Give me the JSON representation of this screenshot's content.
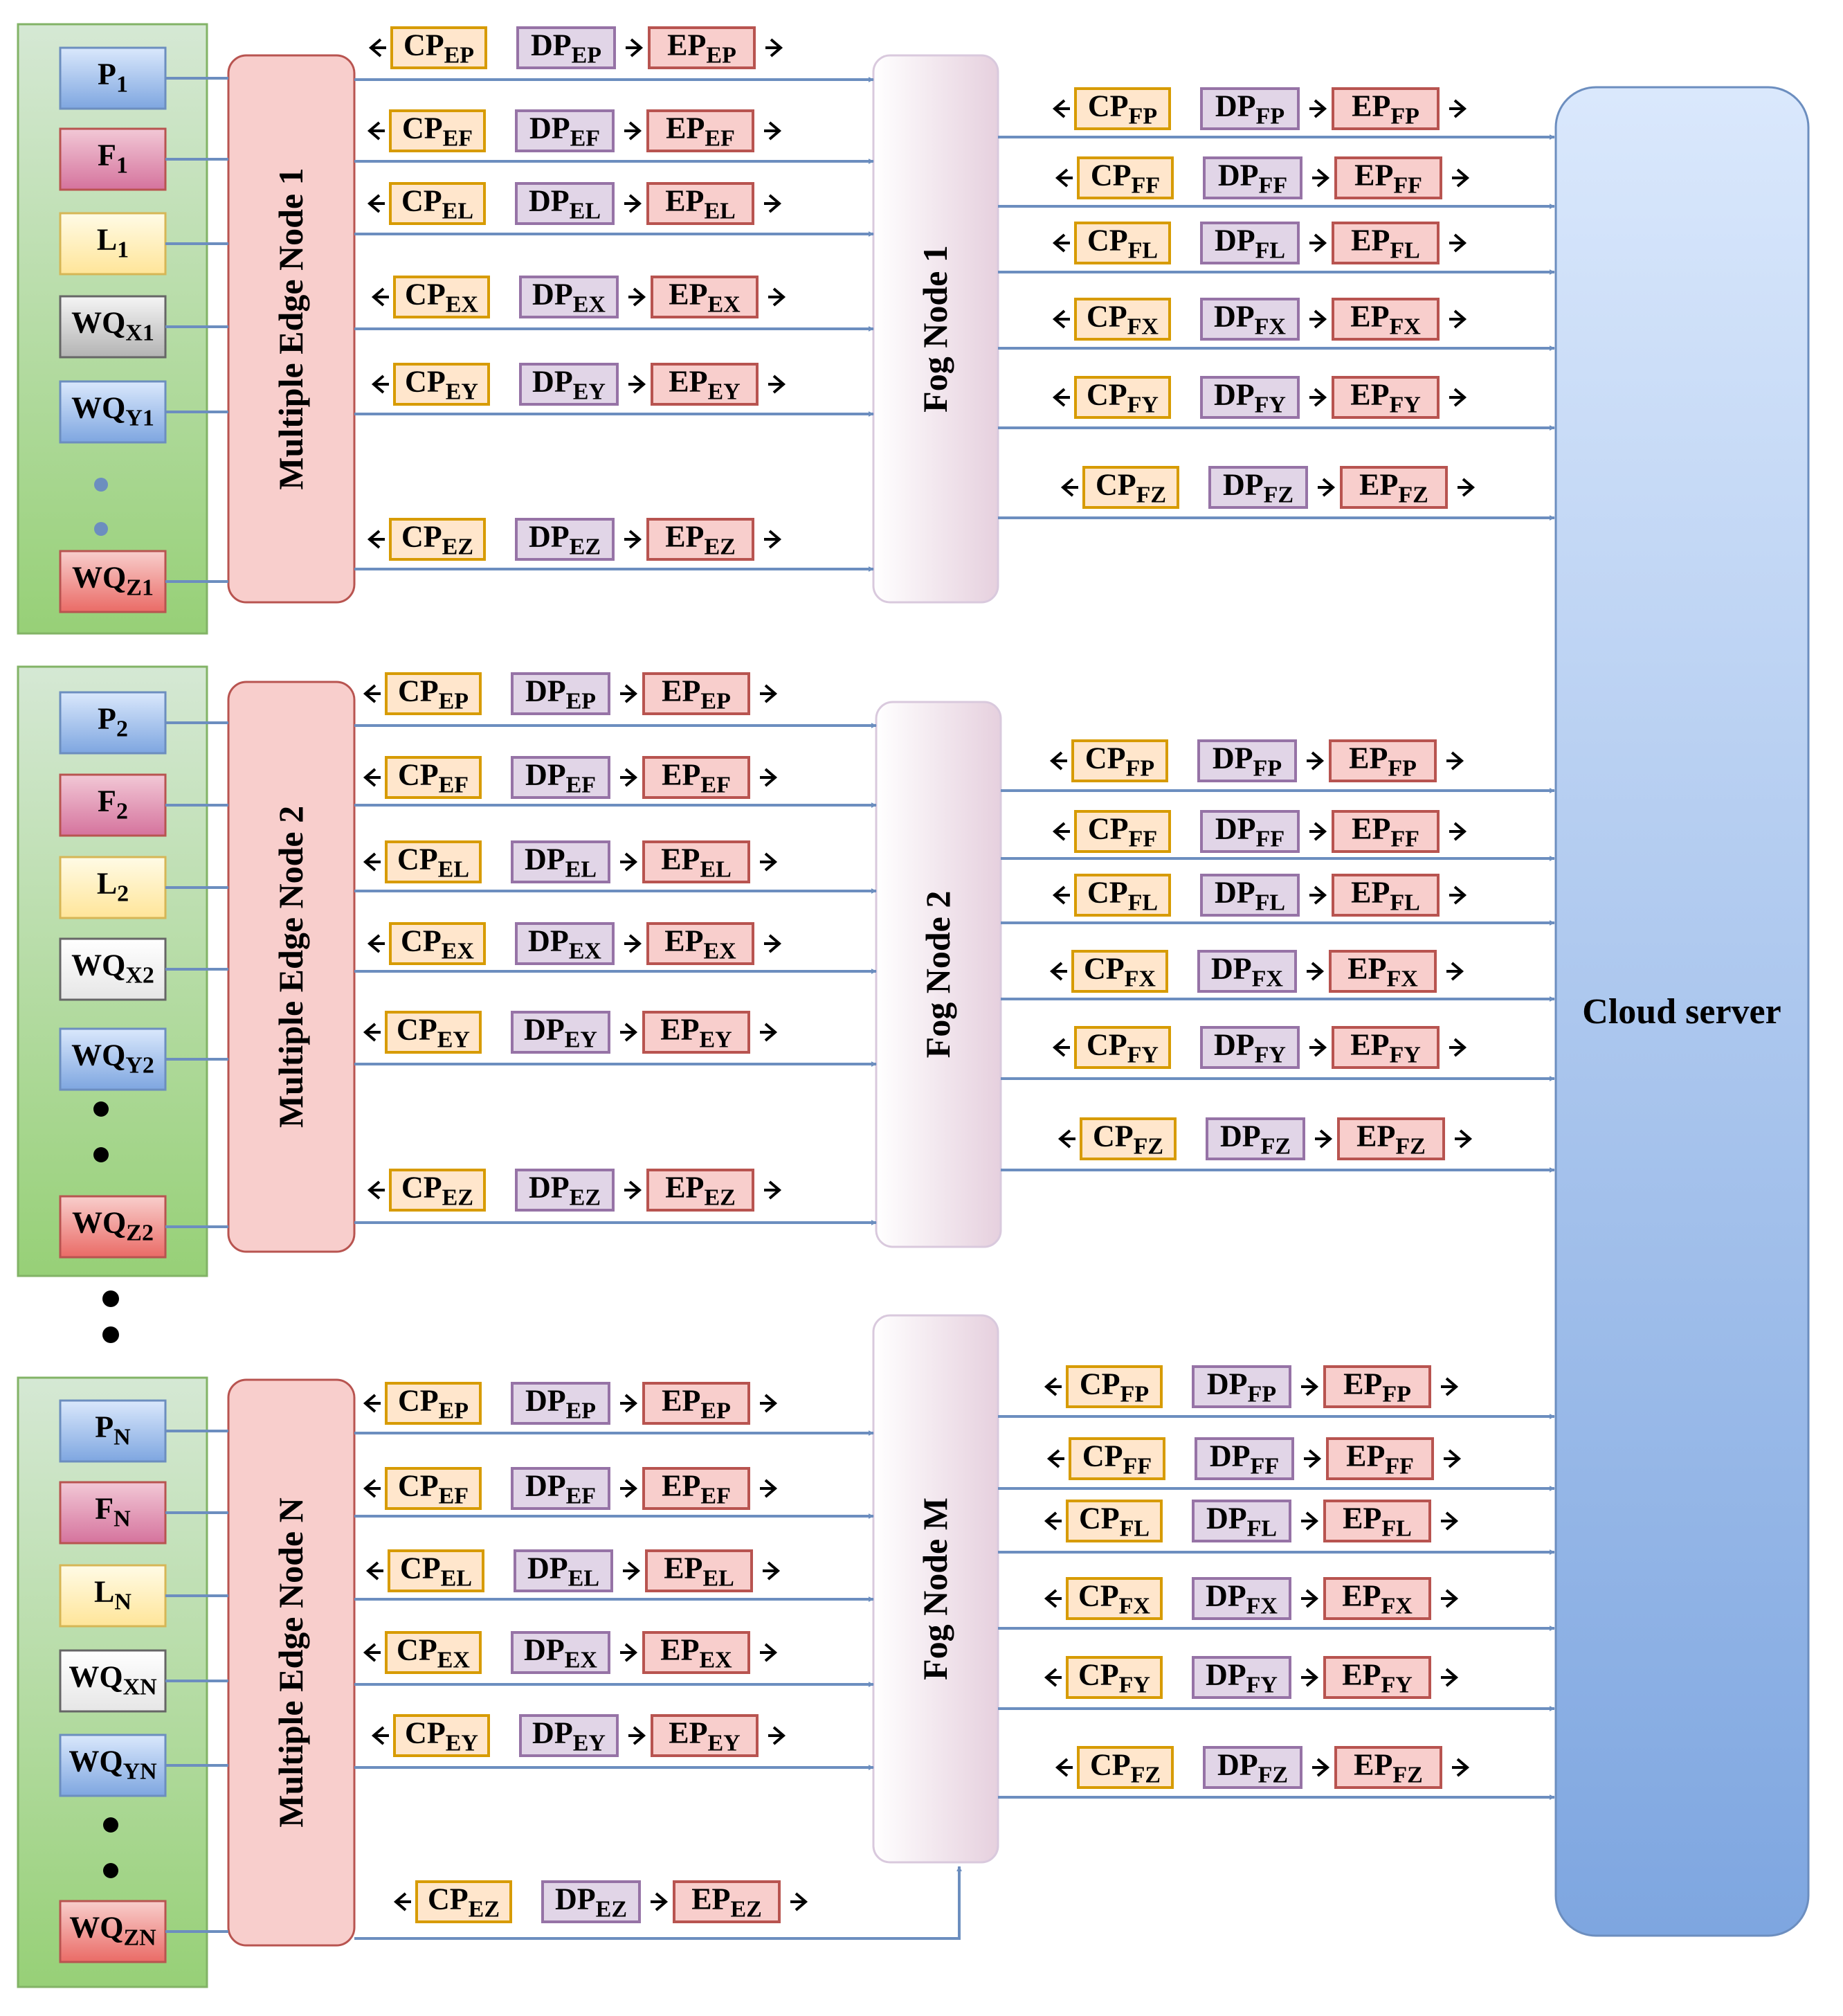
{
  "colors": {
    "group_bg": "#cfe8c1",
    "group_border": "#82b366",
    "edge_fill": "#f8cecc",
    "edge_border": "#b85450",
    "fog_fill": "#f3eef5",
    "fog_border": "#d9c9dd",
    "cloud_fill": "#b7d0ef",
    "cloud_border": "#6c8ebf",
    "arrow": "#6c8ebf",
    "cp_fill": "#ffe6cc",
    "cp_border": "#d79b00",
    "dp_fill": "#e1d5e7",
    "dp_border": "#9673a6",
    "ep_fill": "#f8cecc",
    "ep_border": "#b85450",
    "blue_fill": "#dae8fc",
    "blue_border": "#6c8ebf",
    "pink_fill": "#e6a0b8",
    "pink_border": "#b85450",
    "yellow_fill": "#fff2cc",
    "yellow_border": "#d6b656",
    "gray_fill": "#dcdcdc",
    "gray_border": "#666666",
    "white_fill": "#f5f5f5",
    "white_border": "#666666",
    "red_fill": "#f08080",
    "red_border": "#b85450"
  },
  "cloud": {
    "label": "Cloud server"
  },
  "groups": [
    {
      "edge_label": "Multiple Edge Node 1",
      "fog_label": "Fog Node 1",
      "devices": [
        {
          "base": "P",
          "sub": "1",
          "style": "blue"
        },
        {
          "base": "F",
          "sub": "1",
          "style": "pink"
        },
        {
          "base": "L",
          "sub": "1",
          "style": "yellow"
        },
        {
          "base": "WQ",
          "sub": "X1",
          "style": "gray"
        },
        {
          "base": "WQ",
          "sub": "Y1",
          "style": "blue"
        },
        {
          "base": "WQ",
          "sub": "Z1",
          "style": "red"
        }
      ],
      "edge_links": [
        {
          "cp": "EP",
          "dp": "EP",
          "ep": "EP"
        },
        {
          "cp": "EF",
          "dp": "EF",
          "ep": "EF"
        },
        {
          "cp": "EL",
          "dp": "EL",
          "ep": "EL"
        },
        {
          "cp": "EX",
          "dp": "EX",
          "ep": "EX"
        },
        {
          "cp": "EY",
          "dp": "EY",
          "ep": "EY"
        },
        {
          "cp": "EZ",
          "dp": "EZ",
          "ep": "EZ"
        }
      ],
      "fog_links": [
        {
          "cp": "FP",
          "dp": "FP",
          "ep": "FP"
        },
        {
          "cp": "FF",
          "dp": "FF",
          "ep": "FF"
        },
        {
          "cp": "FL",
          "dp": "FL",
          "ep": "FL"
        },
        {
          "cp": "FX",
          "dp": "FX",
          "ep": "FX"
        },
        {
          "cp": "FY",
          "dp": "FY",
          "ep": "FY"
        },
        {
          "cp": "FZ",
          "dp": "FZ",
          "ep": "FZ"
        }
      ]
    },
    {
      "edge_label": "Multiple Edge Node 2",
      "fog_label": "Fog Node 2",
      "devices": [
        {
          "base": "P",
          "sub": "2",
          "style": "blue"
        },
        {
          "base": "F",
          "sub": "2",
          "style": "pink"
        },
        {
          "base": "L",
          "sub": "2",
          "style": "yellow"
        },
        {
          "base": "WQ",
          "sub": "X2",
          "style": "white"
        },
        {
          "base": "WQ",
          "sub": "Y2",
          "style": "blue"
        },
        {
          "base": "WQ",
          "sub": "Z2",
          "style": "red"
        }
      ],
      "edge_links": [
        {
          "cp": "EP",
          "dp": "EP",
          "ep": "EP"
        },
        {
          "cp": "EF",
          "dp": "EF",
          "ep": "EF"
        },
        {
          "cp": "EL",
          "dp": "EL",
          "ep": "EL"
        },
        {
          "cp": "EX",
          "dp": "EX",
          "ep": "EX"
        },
        {
          "cp": "EY",
          "dp": "EY",
          "ep": "EY"
        },
        {
          "cp": "EZ",
          "dp": "EZ",
          "ep": "EZ"
        }
      ],
      "fog_links": [
        {
          "cp": "FP",
          "dp": "FP",
          "ep": "FP"
        },
        {
          "cp": "FF",
          "dp": "FF",
          "ep": "FF"
        },
        {
          "cp": "FL",
          "dp": "FL",
          "ep": "FL"
        },
        {
          "cp": "FX",
          "dp": "FX",
          "ep": "FX"
        },
        {
          "cp": "FY",
          "dp": "FY",
          "ep": "FY"
        },
        {
          "cp": "FZ",
          "dp": "FZ",
          "ep": "FZ"
        }
      ]
    },
    {
      "edge_label": "Multiple Edge Node N",
      "fog_label": "Fog Node M",
      "devices": [
        {
          "base": "P",
          "sub": "N",
          "style": "blue"
        },
        {
          "base": "F",
          "sub": "N",
          "style": "pink"
        },
        {
          "base": "L",
          "sub": "N",
          "style": "yellow"
        },
        {
          "base": "WQ",
          "sub": "XN",
          "style": "white"
        },
        {
          "base": "WQ",
          "sub": "YN",
          "style": "blue"
        },
        {
          "base": "WQ",
          "sub": "ZN",
          "style": "red"
        }
      ],
      "edge_links": [
        {
          "cp": "EP",
          "dp": "EP",
          "ep": "EP"
        },
        {
          "cp": "EF",
          "dp": "EF",
          "ep": "EF"
        },
        {
          "cp": "EL",
          "dp": "EL",
          "ep": "EL"
        },
        {
          "cp": "EX",
          "dp": "EX",
          "ep": "EX"
        },
        {
          "cp": "EY",
          "dp": "EY",
          "ep": "EY"
        },
        {
          "cp": "EZ",
          "dp": "EZ",
          "ep": "EZ"
        }
      ],
      "fog_links": [
        {
          "cp": "FP",
          "dp": "FP",
          "ep": "FP"
        },
        {
          "cp": "FF",
          "dp": "FF",
          "ep": "FF"
        },
        {
          "cp": "FL",
          "dp": "FL",
          "ep": "FL"
        },
        {
          "cp": "FX",
          "dp": "FX",
          "ep": "FX"
        },
        {
          "cp": "FY",
          "dp": "FY",
          "ep": "FY"
        },
        {
          "cp": "FZ",
          "dp": "FZ",
          "ep": "FZ"
        }
      ]
    }
  ]
}
